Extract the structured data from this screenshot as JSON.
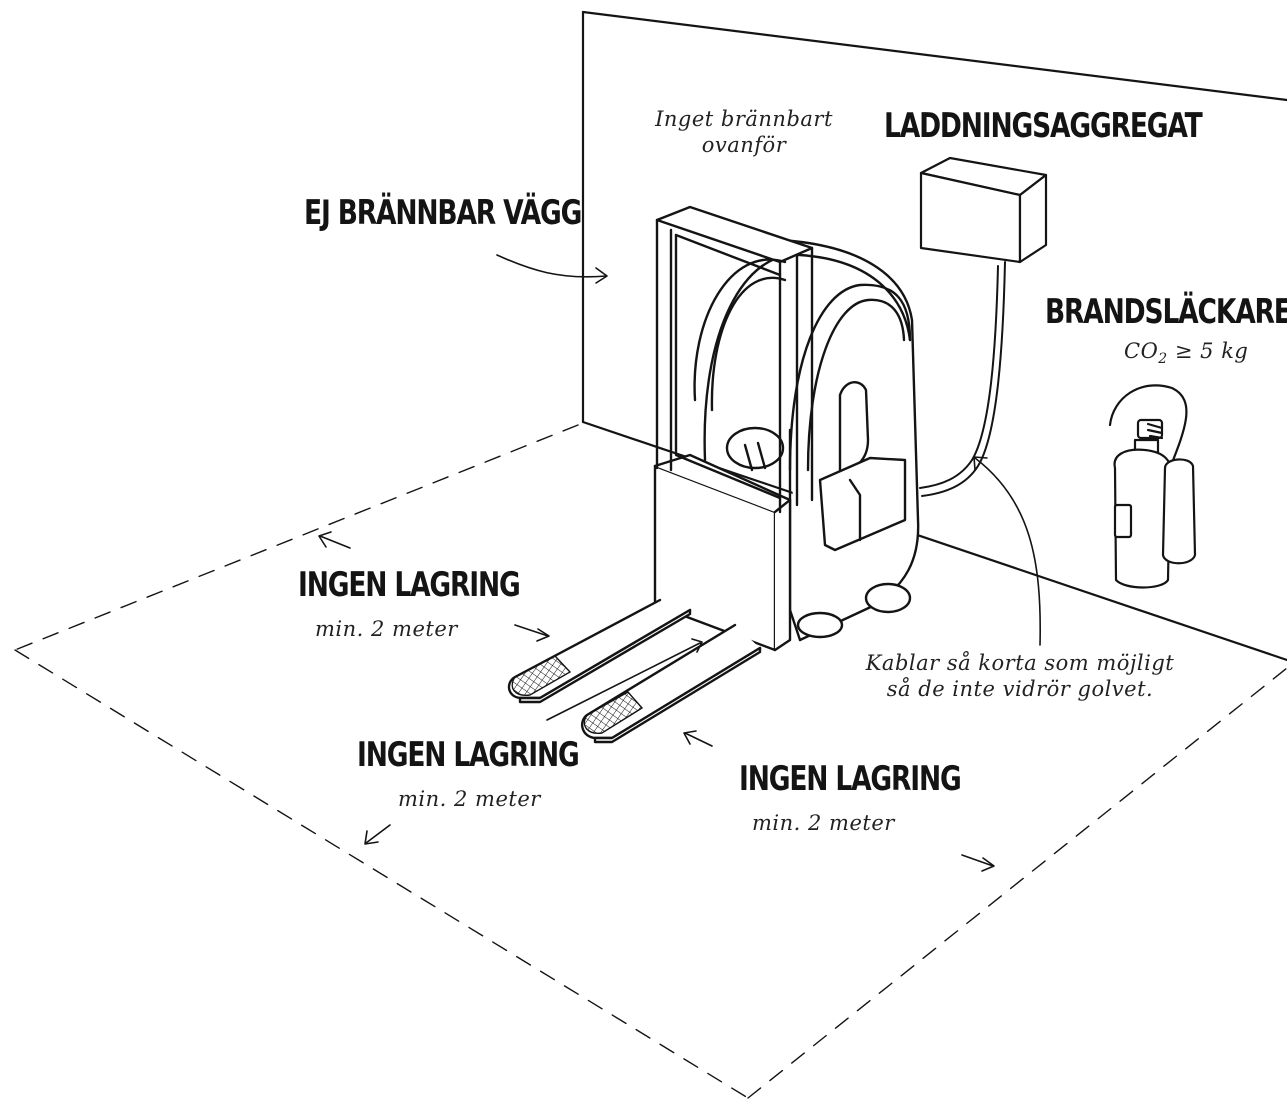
{
  "labels": {
    "wall": "EJ BRÄNNBAR VÄGG",
    "charger": "LADDNINGSAGGREGAT",
    "no_combustible_line1": "Inget brännbart",
    "no_combustible_line2": "ovanför",
    "extinguisher": "BRANDSLÄCKARE",
    "extinguisher_co": "CO",
    "extinguisher_sub": "2",
    "extinguisher_rest": " ≥ 5 kg",
    "cables_line1": "Kablar så korta som möjligt",
    "cables_line2": "så de inte vidrör golvet.",
    "zones": [
      {
        "title": "INGEN LAGRING",
        "sub": "min. 2 meter"
      },
      {
        "title": "INGEN LAGRING",
        "sub": "min. 2 meter"
      },
      {
        "title": "INGEN LAGRING",
        "sub": "min. 2 meter"
      }
    ]
  },
  "colors": {
    "ink": "#141414",
    "paper": "#ffffff"
  }
}
